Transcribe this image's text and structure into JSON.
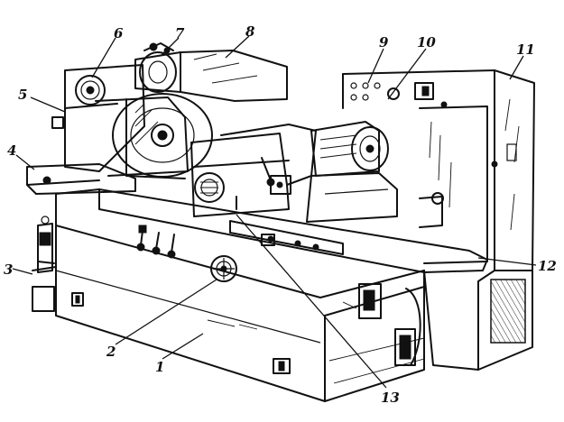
{
  "callouts": [
    {
      "id": "1",
      "label": "1"
    },
    {
      "id": "2",
      "label": "2"
    },
    {
      "id": "3",
      "label": "3"
    },
    {
      "id": "4",
      "label": "4"
    },
    {
      "id": "5",
      "label": "5"
    },
    {
      "id": "6",
      "label": "6"
    },
    {
      "id": "7",
      "label": "7"
    },
    {
      "id": "8",
      "label": "8"
    },
    {
      "id": "9",
      "label": "9"
    },
    {
      "id": "10",
      "label": "10"
    },
    {
      "id": "11",
      "label": "11"
    },
    {
      "id": "12",
      "label": "12"
    },
    {
      "id": "13",
      "label": "13"
    }
  ],
  "colors": {
    "ink": "#111111",
    "paper": "#ffffff"
  }
}
